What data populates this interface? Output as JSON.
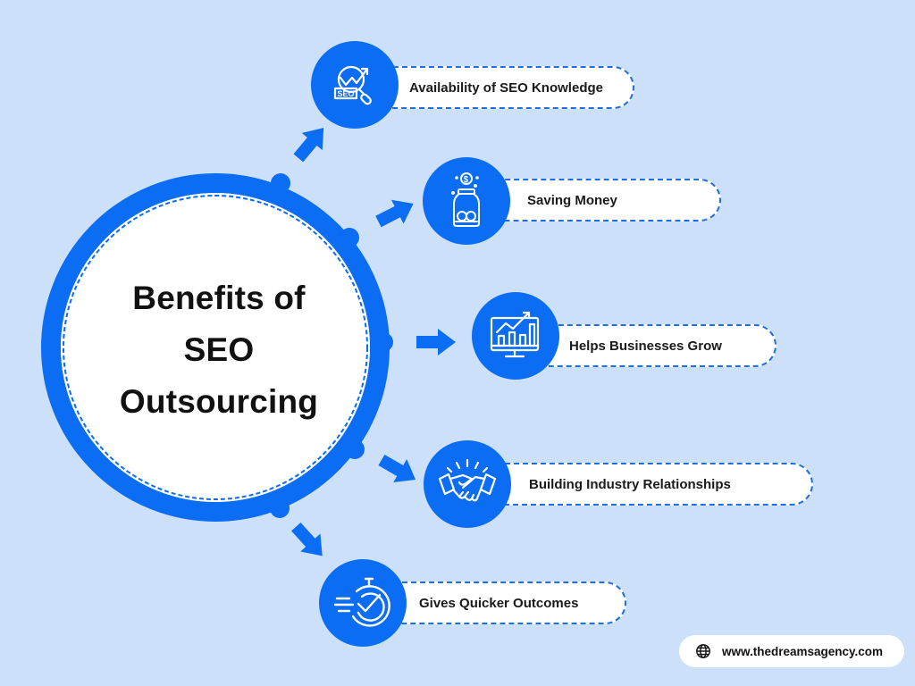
{
  "title": "Benefits of SEO Outsourcing",
  "title_lines": [
    "Benefits of",
    "SEO",
    "Outsourcing"
  ],
  "colors": {
    "background": "#cde0f9",
    "accent": "#0b6cf4",
    "pill": "#ffffff",
    "text": "#111111"
  },
  "benefits": [
    {
      "label": "Availability of SEO Knowledge",
      "icon": "seo-search-growth-icon"
    },
    {
      "label": "Saving Money",
      "icon": "money-jar-icon"
    },
    {
      "label": "Helps Businesses Grow",
      "icon": "growth-chart-monitor-icon"
    },
    {
      "label": "Building Industry Relationships",
      "icon": "handshake-icon"
    },
    {
      "label": "Gives Quicker Outcomes",
      "icon": "stopwatch-check-icon"
    }
  ],
  "footer": {
    "icon": "globe-icon",
    "url": "www.thedreamsagency.com"
  }
}
